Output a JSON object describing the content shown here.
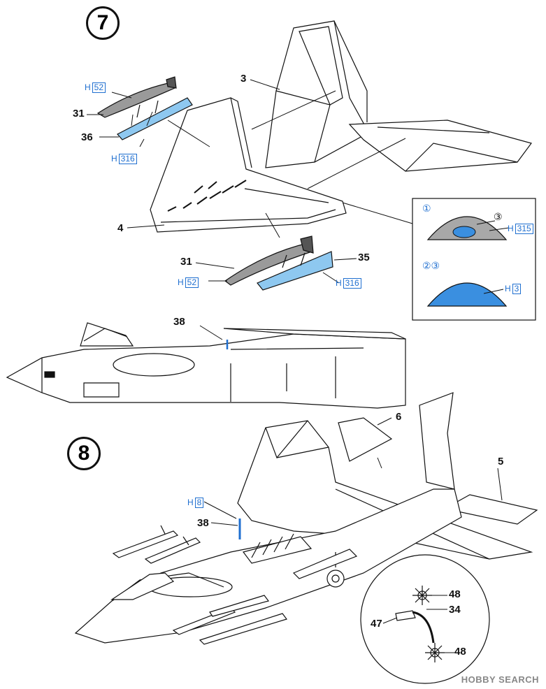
{
  "steps": {
    "step7": "7",
    "step8": "8"
  },
  "labels": {
    "p3": "3",
    "p4": "4",
    "p5": "5",
    "p6": "6",
    "p31a": "31",
    "p36": "36",
    "p31b": "31",
    "p35": "35",
    "p38a": "38",
    "p38b": "38",
    "p48a": "48",
    "p34": "34",
    "p47": "47",
    "p48b": "48"
  },
  "hcodes": {
    "h52a": {
      "prefix": "H",
      "num": "52"
    },
    "h316a": {
      "prefix": "H",
      "num": "316"
    },
    "h52b": {
      "prefix": "H",
      "num": "52"
    },
    "h316b": {
      "prefix": "H",
      "num": "316"
    },
    "h315": {
      "prefix": "H",
      "num": "315"
    },
    "h3": {
      "prefix": "H",
      "num": "3"
    },
    "h8": {
      "prefix": "H",
      "num": "8"
    }
  },
  "inset": {
    "c1": "①",
    "c3": "③",
    "c23": "②③"
  },
  "colors": {
    "blue": "#3a8fe0",
    "lightblue": "#8ec8f0",
    "gray": "#9a9a9a",
    "dark": "#555555",
    "code": "#1f6fd0"
  },
  "watermark": "HOBBY SEARCH"
}
